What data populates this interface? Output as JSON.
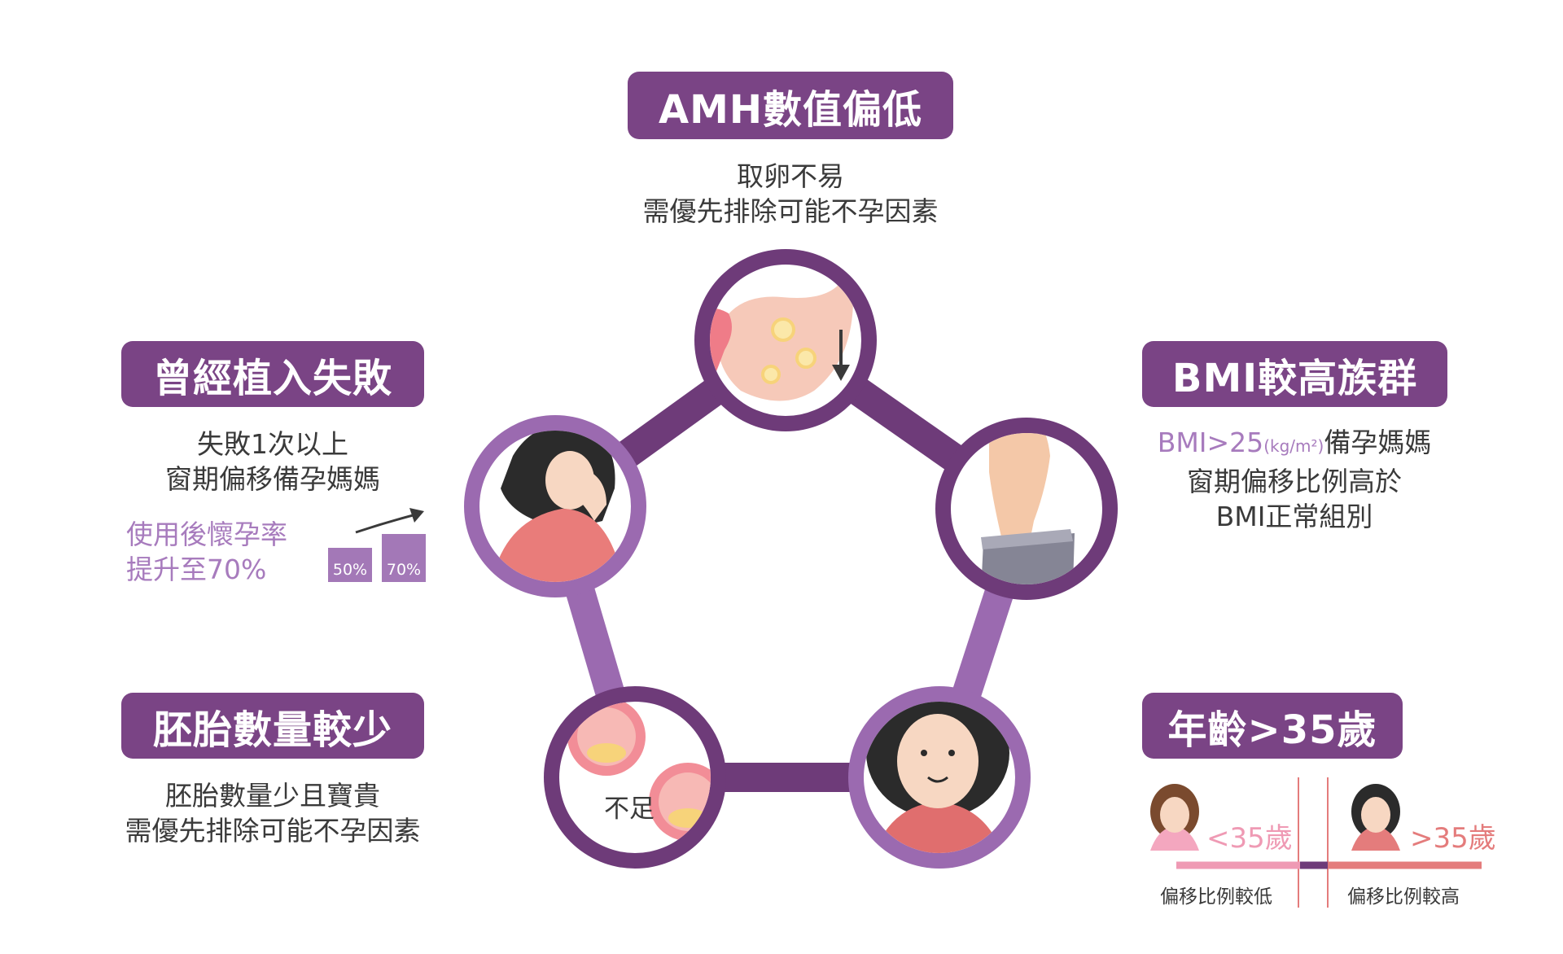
{
  "center": {
    "nodes": [
      {
        "name": "AMH數值偏低"
      },
      {
        "name": "BMI較高族群"
      },
      {
        "name": "年齡>35歲"
      },
      {
        "name": "胚胎數量較少"
      },
      {
        "name": "曾經植入失敗"
      }
    ],
    "embryo_label": "不足"
  },
  "amh": {
    "title": "AMH數值偏低",
    "lines": [
      "取卵不易",
      "需優先排除可能不孕因素"
    ]
  },
  "bmi": {
    "title": "BMI較高族群",
    "line1_prefix": "BMI>25",
    "line1_unit": "(kg/m²)",
    "line1_suffix": "備孕媽媽",
    "line2": "窗期偏移比例高於",
    "line3": "BMI正常組別"
  },
  "failure": {
    "title": "曾經植入失敗",
    "lines": [
      "失敗1次以上",
      "窗期偏移備孕媽媽"
    ],
    "improve_lines": [
      "使用後懷孕率",
      "提升至70%"
    ],
    "bars": [
      {
        "label": "50%",
        "value": 50
      },
      {
        "label": "70%",
        "value": 70
      }
    ]
  },
  "embryo": {
    "title": "胚胎數量較少",
    "lines": [
      "胚胎數量少且寶貴",
      "需優先排除可能不孕因素"
    ]
  },
  "age": {
    "title": "年齡>35歲",
    "under": {
      "label": "<35歲",
      "caption": "偏移比例較低"
    },
    "over": {
      "label": ">35歲",
      "caption": "偏移比例較高"
    }
  },
  "colors": {
    "purple_dark": "#7a4485",
    "purple_light": "#a77bbd",
    "pink": "#ef9ab4",
    "salmon": "#e47c7c"
  }
}
